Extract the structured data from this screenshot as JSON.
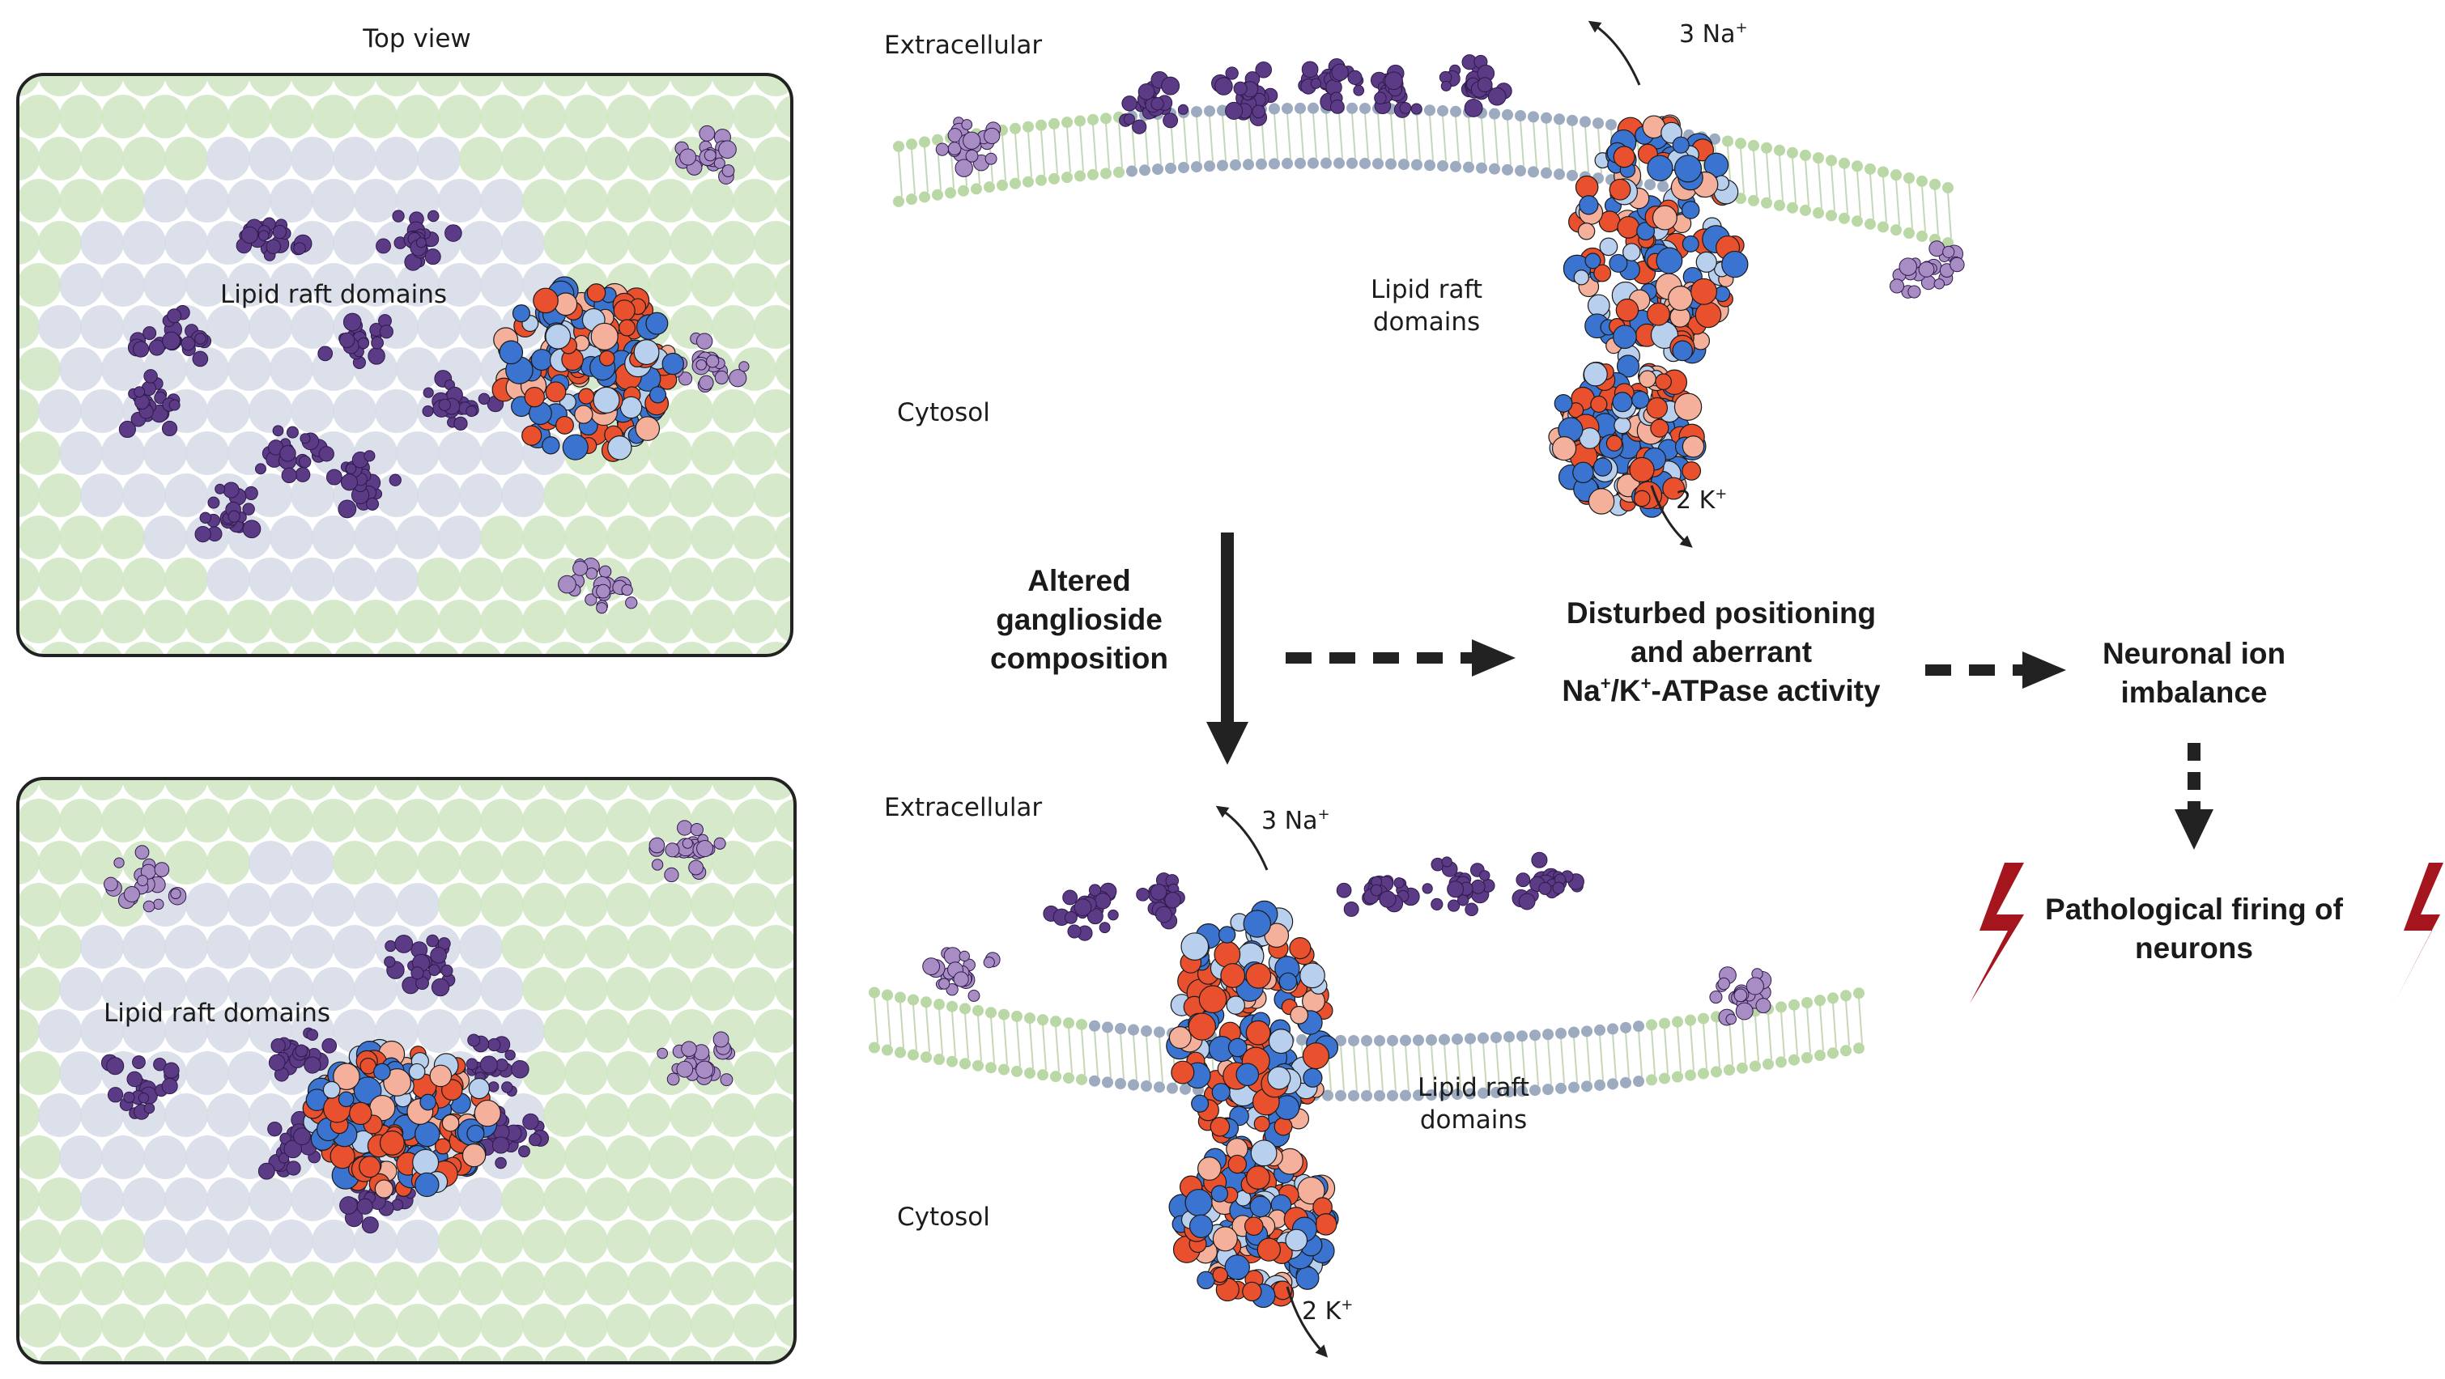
{
  "top_view": {
    "title": "Top view",
    "raft_label": "Lipid raft domains"
  },
  "bottom_view": {
    "raft_label": "Lipid raft domains"
  },
  "membrane_top": {
    "extracellular": "Extracellular",
    "cytosol": "Cytosol",
    "raft_label_line1": "Lipid raft",
    "raft_label_line2": "domains",
    "na_label": "3 Na",
    "k_label": "2 K",
    "ion_charge": "+"
  },
  "membrane_bottom": {
    "extracellular": "Extracellular",
    "cytosol": "Cytosol",
    "raft_label_line1": "Lipid raft",
    "raft_label_line2": "domains",
    "na_label": "3 Na",
    "k_label": "2 K",
    "ion_charge": "+"
  },
  "flow": {
    "altered_l1": "Altered",
    "altered_l2": "ganglioside",
    "altered_l3": "composition",
    "disturbed_l1": "Disturbed  positioning",
    "disturbed_l2": "and aberrant",
    "disturbed_l3_na": "Na",
    "disturbed_l3_plus1": "+",
    "disturbed_l3_k": "/K",
    "disturbed_l3_plus2": "+",
    "disturbed_l3_rest": "-ATPase activity",
    "imbalance_l1": "Neuronal ion",
    "imbalance_l2": "imbalance",
    "firing_l1": "Pathological firing of",
    "firing_l2": "neurons"
  },
  "colors": {
    "lipid_green": "#cfe6c2",
    "raft_gray": "#d6dbe6",
    "ganglioside_purple": "#5b3a86",
    "ganglioside_light": "#a88cc4",
    "protein_red": "#e8502e",
    "protein_blue": "#3b74d0",
    "protein_light": "#b9cfee",
    "lightning_red": "#a5151d",
    "arrow_dark": "#222222"
  }
}
